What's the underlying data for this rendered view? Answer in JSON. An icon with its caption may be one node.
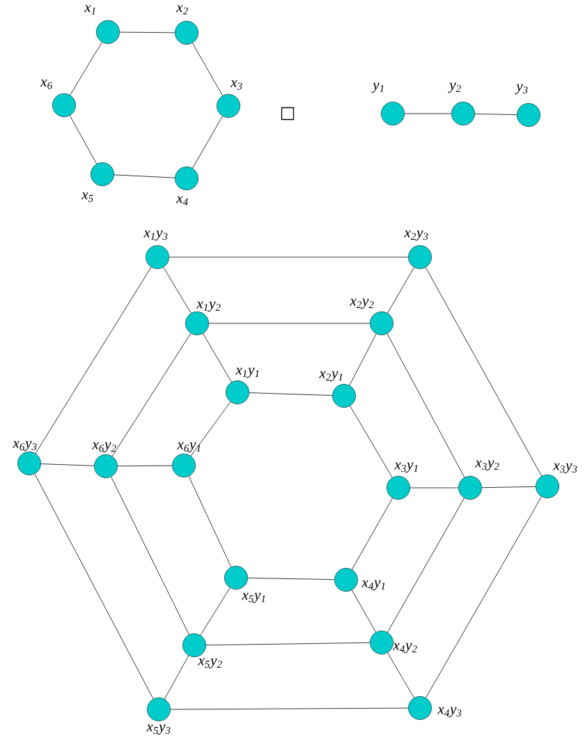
{
  "diagram": {
    "nodes": [
      {
        "text": [
          "x$_{1}$"
        ]
      },
      {
        "text": [
          "x$_{2}$"
        ]
      },
      {
        "text": [
          "x$_{3}$"
        ]
      },
      {
        "text": [
          "x$_{4}$"
        ]
      },
      {
        "text": [
          "x$_{5}$"
        ]
      },
      {
        "text": [
          "x$_{6}$"
        ]
      },
      {
        "text": [
          "y$_{1}$"
        ]
      },
      {
        "text": [
          "y$_{2}$"
        ]
      },
      {
        "text": [
          "y$_{3}$"
        ]
      },
      {
        "text": [
          "x$_{1}$y$_{1}$"
        ]
      },
      {
        "text": [
          "x$_{1}$y$_{2}$"
        ]
      },
      {
        "text": [
          "x$_{1}$y$_{3}$"
        ]
      },
      {
        "text": [
          "x$_{2}$y$_{1}$"
        ]
      },
      {
        "text": [
          "x$_{2}$y$_{2}$"
        ]
      },
      {
        "text": [
          "x$_{2}$y$_{3}$"
        ]
      },
      {
        "text": [
          "x$_{3}$y$_{1}$"
        ]
      },
      {
        "text": [
          "x$_{3}$y$_{2}$"
        ]
      },
      {
        "text": [
          "x$_{3}$y$_{3}$"
        ]
      },
      {
        "text": [
          "x$_{4}$y$_{1}$"
        ]
      },
      {
        "text": [
          "x$_{4}$y$_{2}$"
        ]
      },
      {
        "text": [
          "x$_{4}$y$_{3}$"
        ]
      },
      {
        "text": [
          "x$_{5}$y$_{1}$"
        ]
      },
      {
        "text": [
          "x$_{5}$y$_{2}$"
        ]
      },
      {
        "text": [
          "x$_{5}$y$_{3}$"
        ]
      },
      {
        "text": [
          "x$_{6}$y$_{1}$"
        ]
      },
      {
        "text": [
          "x$_{6}$y$_{2}$"
        ]
      },
      {
        "text": [
          "x$_{6}$y$_{3}$"
        ]
      }
    ],
    "edges": [
      {
        "from": 0,
        "to": 1,
        "arrow": "none"
      },
      {
        "from": 1,
        "to": 2,
        "arrow": "none"
      },
      {
        "from": 2,
        "to": 3,
        "arrow": "none"
      },
      {
        "from": 3,
        "to": 4,
        "arrow": "none"
      },
      {
        "from": 4,
        "to": 5,
        "arrow": "none"
      },
      {
        "from": 5,
        "to": 0,
        "arrow": "none"
      },
      {
        "from": 6,
        "to": 7,
        "arrow": "none"
      },
      {
        "from": 7,
        "to": 8,
        "arrow": "none"
      },
      {
        "from": 9,
        "to": 12,
        "arrow": "none"
      },
      {
        "from": 12,
        "to": 15,
        "arrow": "none"
      },
      {
        "from": 15,
        "to": 18,
        "arrow": "none"
      },
      {
        "from": 18,
        "to": 21,
        "arrow": "none"
      },
      {
        "from": 21,
        "to": 24,
        "arrow": "none"
      },
      {
        "from": 24,
        "to": 9,
        "arrow": "none"
      },
      {
        "from": 10,
        "to": 13,
        "arrow": "none"
      },
      {
        "from": 13,
        "to": 16,
        "arrow": "none"
      },
      {
        "from": 16,
        "to": 19,
        "arrow": "none"
      },
      {
        "from": 19,
        "to": 22,
        "arrow": "none"
      },
      {
        "from": 22,
        "to": 25,
        "arrow": "none"
      },
      {
        "from": 25,
        "to": 10,
        "arrow": "none"
      },
      {
        "from": 11,
        "to": 14,
        "arrow": "none"
      },
      {
        "from": 14,
        "to": 17,
        "arrow": "none"
      },
      {
        "from": 17,
        "to": 20,
        "arrow": "none"
      },
      {
        "from": 20,
        "to": 23,
        "arrow": "none"
      },
      {
        "from": 23,
        "to": 26,
        "arrow": "none"
      },
      {
        "from": 26,
        "to": 11,
        "arrow": "none"
      },
      {
        "from": 9,
        "to": 10,
        "arrow": "none"
      },
      {
        "from": 10,
        "to": 11,
        "arrow": "none"
      },
      {
        "from": 12,
        "to": 13,
        "arrow": "none"
      },
      {
        "from": 13,
        "to": 14,
        "arrow": "none"
      },
      {
        "from": 15,
        "to": 16,
        "arrow": "none"
      },
      {
        "from": 16,
        "to": 17,
        "arrow": "none"
      },
      {
        "from": 18,
        "to": 19,
        "arrow": "none"
      },
      {
        "from": 19,
        "to": 20,
        "arrow": "none"
      },
      {
        "from": 21,
        "to": 22,
        "arrow": "none"
      },
      {
        "from": 22,
        "to": 23,
        "arrow": "none"
      },
      {
        "from": 24,
        "to": 25,
        "arrow": "none"
      },
      {
        "from": 25,
        "to": 26,
        "arrow": "none"
      }
    ],
    "labels": [
      "□"
    ]
  }
}
